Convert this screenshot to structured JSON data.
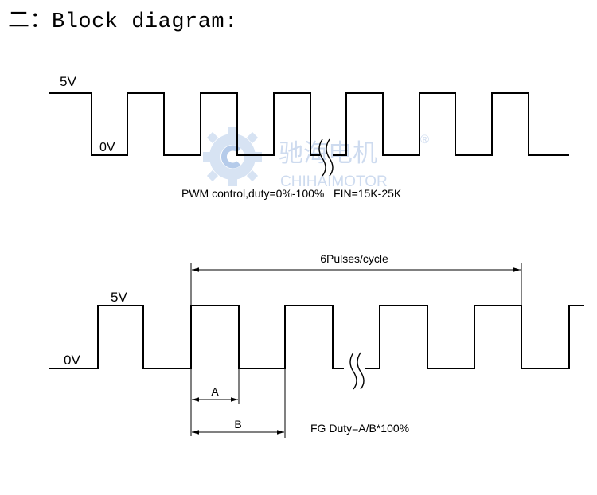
{
  "heading": "二：Block diagram:",
  "watermark": {
    "brand_cn": "驰海电机",
    "brand_en": "CHIHAIMOTOR",
    "registered": "®",
    "color": "#c9d8ee"
  },
  "pwm": {
    "high_label": "5V",
    "low_label": "0V",
    "caption": "PWM control,duty=0%-100%   FIN=15K-25K"
  },
  "fg": {
    "high_label": "5V",
    "low_label": "0V",
    "cycle_label": "6Pulses/cycle",
    "a_label": "A",
    "b_label": "B",
    "caption": "FG Duty=A/B*100%"
  }
}
